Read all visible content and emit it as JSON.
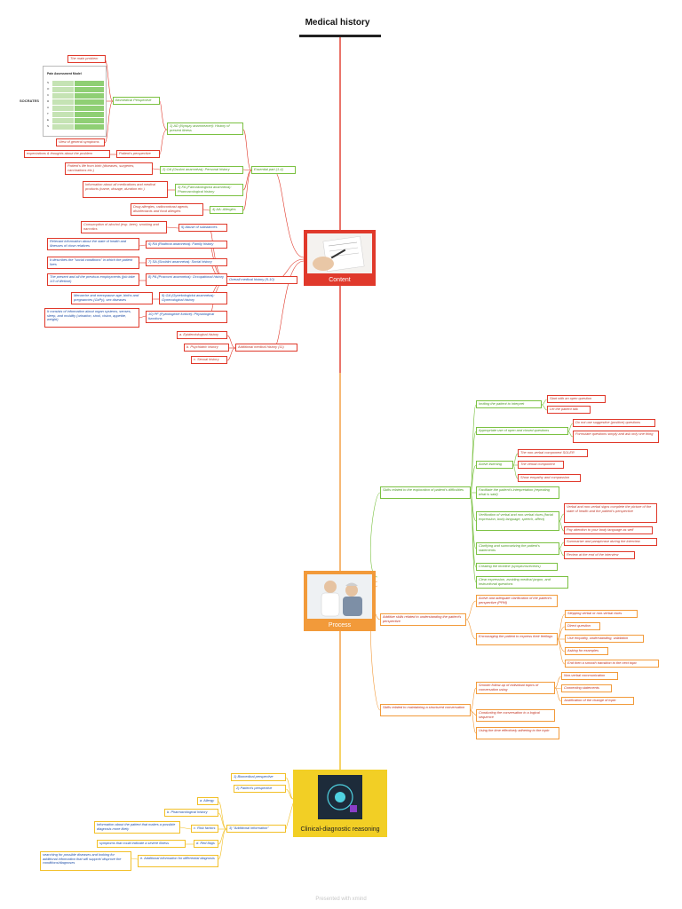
{
  "title": "Medical history",
  "footer": "Presented with xmind",
  "hubs": {
    "content": "Content",
    "process": "Process",
    "clinical": "Clinical-diagnostic reasoning"
  },
  "socrates": {
    "label": "SOCRATES",
    "title": "Pain Assessment Model",
    "letters": [
      "S",
      "O",
      "C",
      "R",
      "A",
      "T",
      "E",
      "S"
    ]
  },
  "content": {
    "main_problem": "The main problem",
    "biomedical": "Biomedical Perspective",
    "view_general": "View of general symptoms",
    "expectations": "expectations & thoughts about the problem",
    "patient_perspective": "Patient's perspective",
    "ad": "1) AD (Nynęzy anamneznet): History of present illness",
    "essential": "Essential part (1-4)",
    "pmh_desc": "Patient's life from birth (diseases, surgeries, vaccinations etc.)",
    "oa": "2) OA (Osobní anamnéza): Personal history",
    "meds_desc": "Information about all medications and medical products (name, dosage, duration etc.)",
    "fa": "3) FA (Farmakologická anamnéza): Pharmacological history",
    "allergy_desc": "Drug allergies, radiocontrast agents, disinfectants and food allergies",
    "aa": "4) AA: Allergies",
    "substances_desc": "Consumption of alcohol (esp. beer), smoking and narcotics",
    "abuse": "5) Abuse of substances",
    "family_desc": "Relevant information about the state of health and illnesses of close relatives",
    "ra": "6) RA (Rodinná anamnéza): Family history",
    "social_desc": "It describes the \"social conditions\" in which the patient lives",
    "sa": "7) SA (Sociální anamnéza): Social history",
    "occupation_desc": "The present and all the previous employments (job take 1/3 of lifetime)",
    "pa": "8) PA (Pracovní anamnéza): Occupational history",
    "gyn_desc": "Menarche and menopause age, births and pregnancies (GxPy), sex diseases",
    "ga": "9) GA (Gynekologická anamnéza): Gynecological history",
    "overall": "Overall medical history (5-10)",
    "systems_desc": "It consists of information about organ systems, senses, sleep, and mobility (urination, stool, vision, appetite, weight)",
    "pf": "10) PF (Fyziologické funkce): Physiological functions",
    "epi": "a. Epidemiological history",
    "psych": "b. Psychiatric history",
    "sexual": "c. Sexual history",
    "additional": "Additional medical history (11)"
  },
  "process": {
    "exploration": "Skills related to the exploration of patient's difficulties",
    "inviting": "Inviting the patient to interpret",
    "open_q": "Start with an open question",
    "let_talk": "Let the patient talk",
    "open_closed": "Appropriate use of open and closed questions",
    "not_suggestive": "Do not use suggestive (positive) questions",
    "simple_q": "Formulate questions simply and ask only one thing",
    "active_listening": "Active listening",
    "solar": "The non-verbal component SOLER",
    "verbal_comp": "The verbal component",
    "empathy": "Show empathy and compassion",
    "facilitate": "Facilitate the patient's interpretation (repeating what is said)",
    "verification": "Verification of verbal and non-verbal clues (facial expression, body language, speech, affect)",
    "verbal_nonverbal": "Verbal and non-verbal signs complete the picture of the state of health and the patient's perspective",
    "body_language": "Pay attention to your body language as well",
    "clarifying": "Clarifying and summarizing the patient's statements",
    "summarize": "Summarize and paraphrase during the interview",
    "review": "Review at the end of the interview",
    "timeline": "Creating the timeline (symptoms/events)",
    "clear_expression": "Clear expression, avoiding medical jargon, and instructional questions",
    "understanding": "Additive skills related to understanding the patient's perspective",
    "active_clarification": "Active and adequate clarification of the patient's perspective (PPM)",
    "encouraging": "Encouraging the patient to express their feelings",
    "step_clues": "Stepping verbal or non-verbal clues",
    "direct_q": "Direct question",
    "use_empathy": "Use empathy, understanding, validation",
    "asking_examples": "Asking for examples",
    "smooth_next": "End then a smooth transition to the next topic",
    "structured": "Skills related to maintaining a structured conversation",
    "smooth_follow": "Smooth follow-up of individual topics of conversation using",
    "nonverbal_comm": "Non-verbal communication",
    "connecting": "Connecting statements",
    "justification": "Justification of the change of topic",
    "logical_seq": "Conducting the conversation in a logical sequence",
    "time": "Using the time effectively adhering to the topic"
  },
  "clinical": {
    "biomedical": "1) Biomedical perspective",
    "patients": "2) Patient's perspective",
    "allergy": "a. Allergy",
    "pharm": "b. Pharmacological history",
    "risk_desc": "Information about the patient that makes a possible diagnosis more likely",
    "risk": "c. Risk factors",
    "red_desc": "symptoms that could indicate a severe illness",
    "red": "d. Red flags",
    "additional": "3) \"Additional information\"",
    "diff_desc": "searching for possible diseases and looking for additional information that will support/ disprove the conditions/diagnoses",
    "diff": "e. Additional information for differential diagnosis"
  },
  "colors": {
    "spine_top": "#e0392b",
    "spine_bottom": "#f2c028",
    "content_hub": "#e0392b",
    "process_hub": "#f29a3a",
    "clinical_hub": "#f2cf25",
    "green_branch": "#7bc142"
  }
}
